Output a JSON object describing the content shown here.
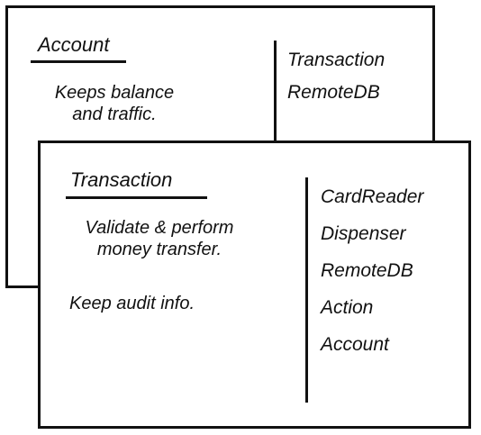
{
  "cards": {
    "account": {
      "title": "Account",
      "responsibilities": [
        "Keeps balance",
        "and traffic."
      ],
      "collaborators": [
        "Transaction",
        "RemoteDB"
      ]
    },
    "transaction": {
      "title": "Transaction",
      "responsibilities": [
        "Validate & perform",
        "money transfer.",
        "Keep audit info."
      ],
      "collaborators": [
        "CardReader",
        "Dispenser",
        "RemoteDB",
        "Action",
        "Account"
      ]
    }
  }
}
